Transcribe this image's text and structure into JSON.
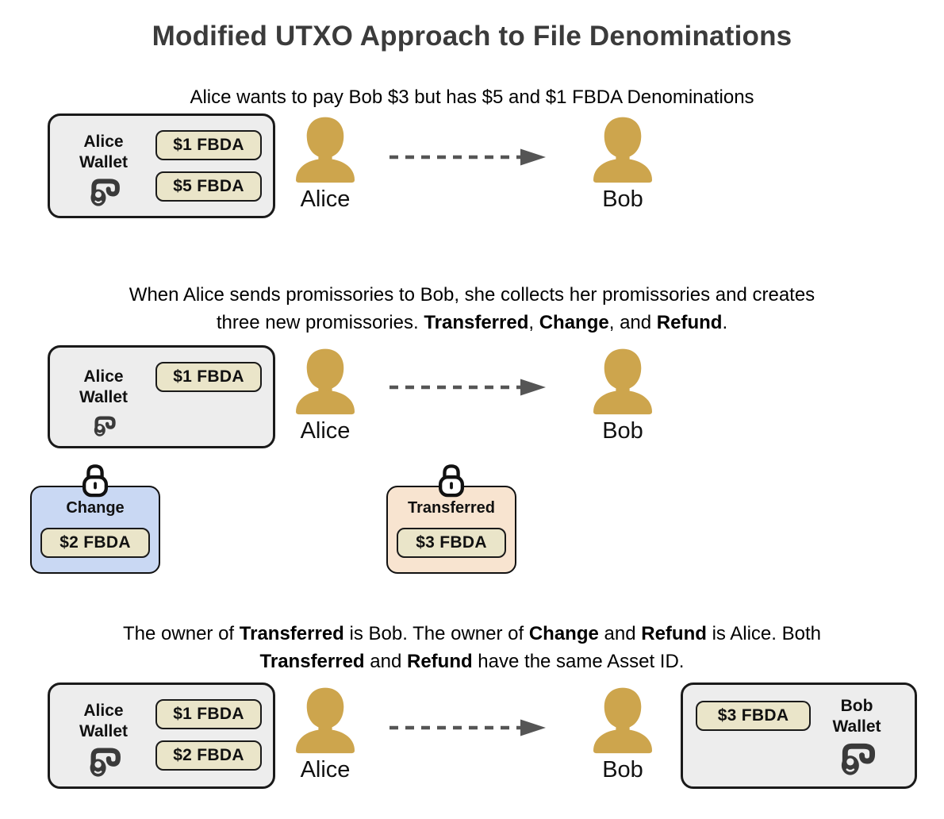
{
  "title": "Modified UTXO Approach to File Denominations",
  "colors": {
    "title_text": "#3B3B3B",
    "body_text": "#000000",
    "wallet_bg": "#EDEDED",
    "box_border": "#1A1A1A",
    "tag_bg": "#EAE5C9",
    "change_bg": "#C9D8F3",
    "transferred_bg": "#F8E4D0",
    "person_gold": "#CDA54D",
    "arrow_gray": "#555555",
    "icon_dark": "#3A3A3A"
  },
  "icons": {
    "wallet": "key-icon",
    "promissory": "padlock-icon",
    "actor": "person-silhouette-icon",
    "transfer": "dashed-arrow-right-icon"
  },
  "sections": {
    "s1": {
      "caption": [
        {
          "text": "Alice wants to pay Bob $3 but has $5 and $1 FBDA Denominations"
        }
      ],
      "wallet": {
        "line1": "Alice",
        "line2": "Wallet",
        "tags": [
          "$1 FBDA",
          "$5 FBDA"
        ]
      },
      "sender": "Alice",
      "receiver": "Bob"
    },
    "s2": {
      "caption": [
        {
          "text": "When Alice sends promissories to Bob, she collects her promissories and creates"
        },
        {
          "br": true
        },
        {
          "text": "three new promissories. "
        },
        {
          "text": "Transferred",
          "bold": true
        },
        {
          "text": ", "
        },
        {
          "text": "Change",
          "bold": true
        },
        {
          "text": ", and "
        },
        {
          "text": "Refund",
          "bold": true
        },
        {
          "text": "."
        }
      ],
      "wallet": {
        "line1": "Alice",
        "line2": "Wallet",
        "tags": [
          "$1 FBDA"
        ]
      },
      "sender": "Alice",
      "receiver": "Bob",
      "promissories": [
        {
          "name": "Change",
          "tag": "$2 FBDA",
          "bg": "#C9D8F3"
        },
        {
          "name": "Transferred",
          "tag": "$3 FBDA",
          "bg": "#F8E4D0"
        }
      ]
    },
    "s3": {
      "caption": [
        {
          "text": "The owner of "
        },
        {
          "text": "Transferred",
          "bold": true
        },
        {
          "text": " is Bob. The owner of "
        },
        {
          "text": "Change",
          "bold": true
        },
        {
          "text": " and "
        },
        {
          "text": "Refund",
          "bold": true
        },
        {
          "text": " is Alice. Both"
        },
        {
          "br": true
        },
        {
          "text": "Transferred",
          "bold": true
        },
        {
          "text": " and "
        },
        {
          "text": "Refund",
          "bold": true
        },
        {
          "text": " have the same Asset ID."
        }
      ],
      "wallet": {
        "line1": "Alice",
        "line2": "Wallet",
        "tags": [
          "$1 FBDA",
          "$2 FBDA"
        ]
      },
      "sender": "Alice",
      "receiver": "Bob",
      "bob_wallet": {
        "line1": "Bob",
        "line2": "Wallet",
        "tags": [
          "$3 FBDA"
        ]
      }
    }
  }
}
